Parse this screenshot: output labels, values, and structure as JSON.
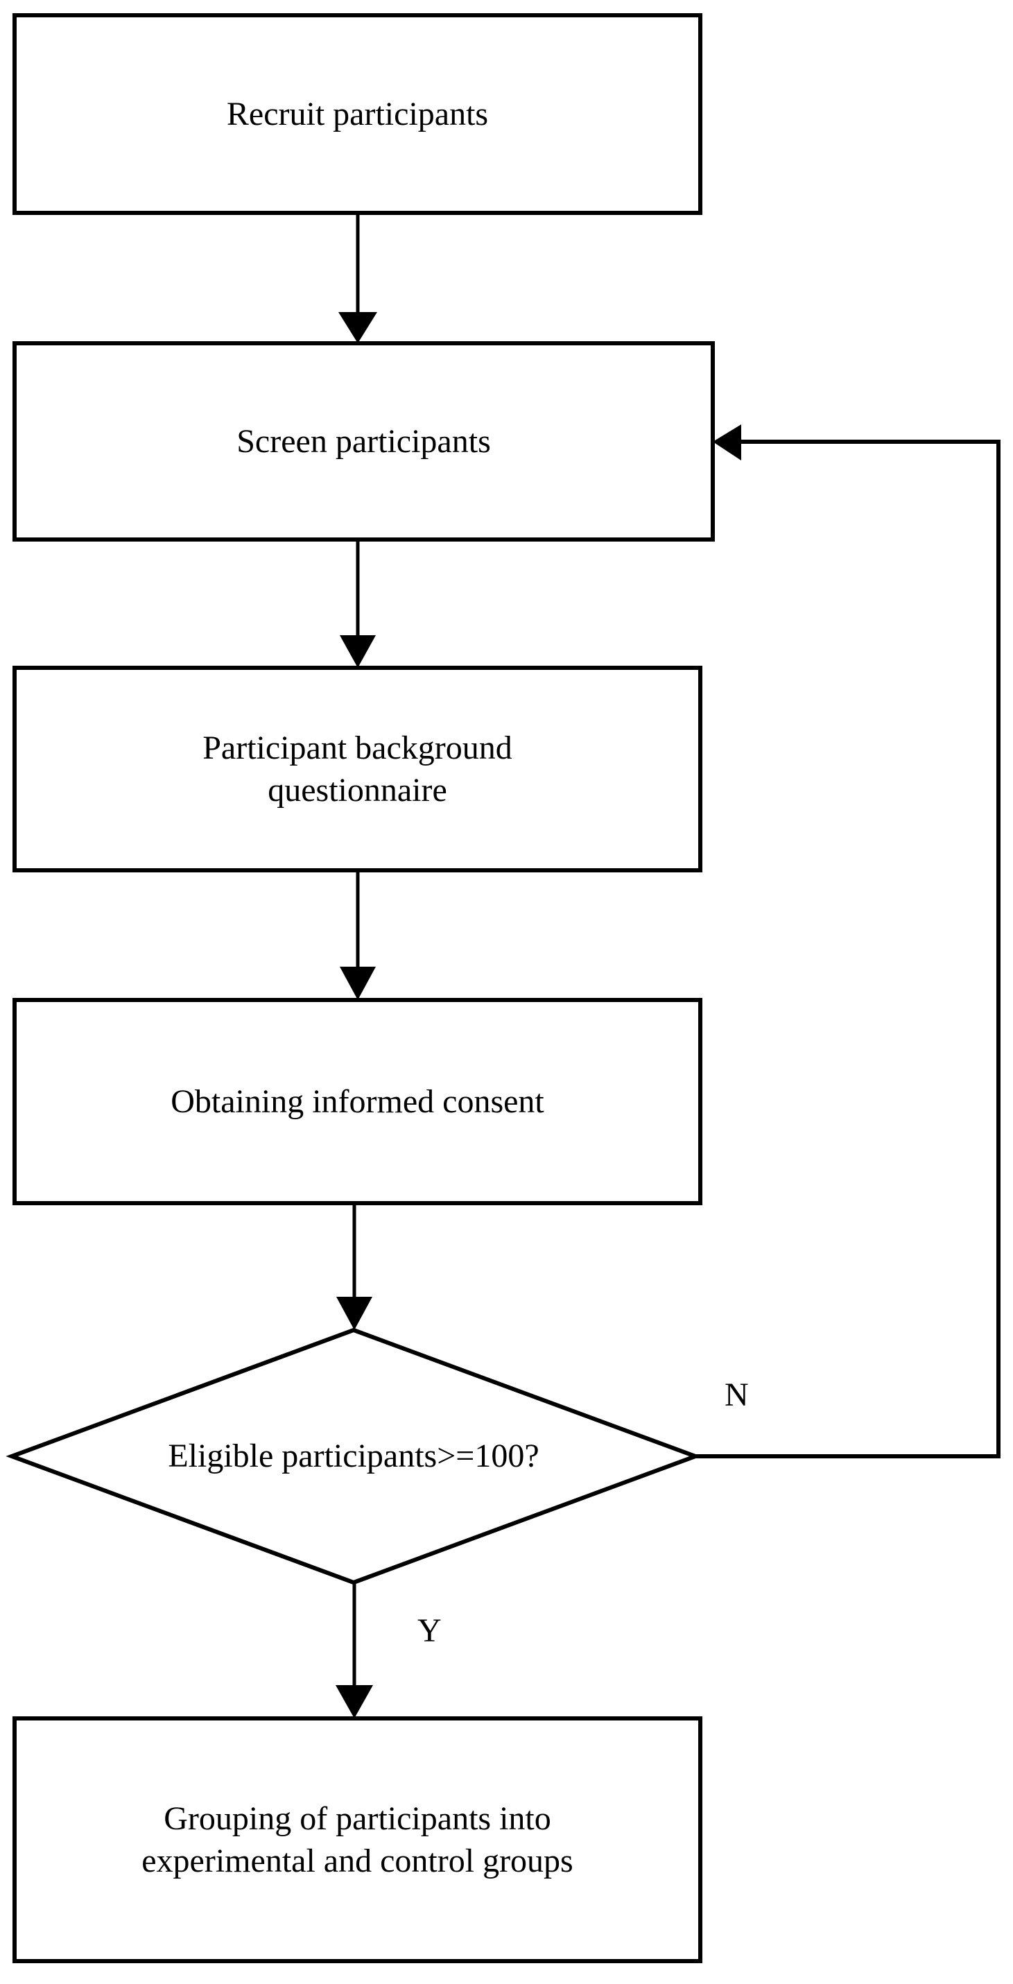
{
  "diagram": {
    "type": "flowchart",
    "orientation": "top-to-bottom",
    "background_color": "#ffffff",
    "line_color": "#000000",
    "text_color": "#000000",
    "nodes": [
      {
        "id": "recruit",
        "shape": "process-box",
        "label": "Recruit participants"
      },
      {
        "id": "screen",
        "shape": "process-box",
        "label": "Screen participants"
      },
      {
        "id": "questionnaire",
        "shape": "process-box",
        "label": "Participant background\nquestionnaire"
      },
      {
        "id": "consent",
        "shape": "process-box",
        "label": "Obtaining informed consent"
      },
      {
        "id": "decision",
        "shape": "diamond",
        "label": "Eligible participants>=100?"
      },
      {
        "id": "grouping",
        "shape": "process-box",
        "label": "Grouping of participants into\nexperimental and control groups"
      }
    ],
    "edge_labels": {
      "no_branch": "N",
      "yes_branch": "Y"
    }
  }
}
